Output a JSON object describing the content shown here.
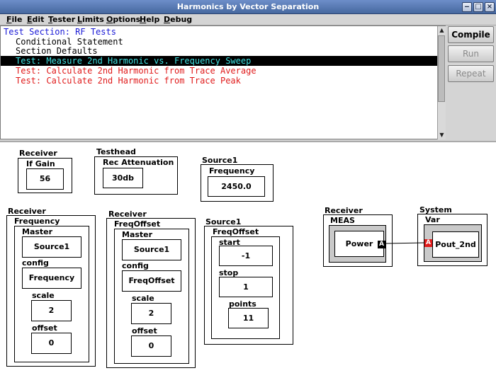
{
  "window": {
    "title": "Harmonics by Vector Separation"
  },
  "menu": [
    "File",
    "Edit",
    "Tester",
    "Limits",
    "Options",
    "Help",
    "Debug"
  ],
  "tests": [
    {
      "text": "Test Section: RF Tests",
      "color": "#1a1ad6"
    },
    {
      "text": "Conditional Statement",
      "color": "#000000"
    },
    {
      "text": "Section Defaults",
      "color": "#000000"
    },
    {
      "text": "Test: Measure 2nd Harmonic vs. Frequency Sweep",
      "color": "#3fe0e0"
    },
    {
      "text": "Test: Calculate 2nd Harmonic from Trace Average",
      "color": "#e01b1b"
    },
    {
      "text": "Test: Calculate 2nd Harmonic from Trace Peak",
      "color": "#e01b1b"
    }
  ],
  "buttons": {
    "compile": "Compile",
    "run": "Run",
    "repeat": "Repeat"
  },
  "blocks": {
    "rx_if": {
      "title": "Receiver",
      "sub": "If Gain",
      "value": "56"
    },
    "th_att": {
      "title": "Testhead",
      "sub": "Rec Attenuation",
      "value": "30db"
    },
    "src_freq": {
      "title": "Source1",
      "sub": "Frequency",
      "value": "2450.0"
    },
    "rx_freq": {
      "title": "Receiver",
      "sub": "Frequency",
      "master_label": "Master",
      "master": "Source1",
      "config_label": "config",
      "config": "Frequency",
      "scale_label": "scale",
      "scale": "2",
      "offset_label": "offset",
      "offset": "0"
    },
    "rx_foff": {
      "title": "Receiver",
      "sub": "FreqOffset",
      "master_label": "Master",
      "master": "Source1",
      "config_label": "config",
      "config": "FreqOffset",
      "scale_label": "scale",
      "scale": "2",
      "offset_label": "offset",
      "offset": "0"
    },
    "src_foff": {
      "title": "Source1",
      "sub": "FreqOffset",
      "start_label": "start",
      "start": "-1",
      "stop_label": "stop",
      "stop": "1",
      "points_label": "points",
      "points": "11"
    },
    "rx_meas": {
      "title": "Receiver",
      "sub": "MEAS",
      "value": "Power",
      "port": "A",
      "port_color": "#000000"
    },
    "sys_var": {
      "title": "System",
      "sub": "Var",
      "value": "Pout_2nd",
      "port": "A",
      "port_color": "#e01b1b"
    }
  }
}
